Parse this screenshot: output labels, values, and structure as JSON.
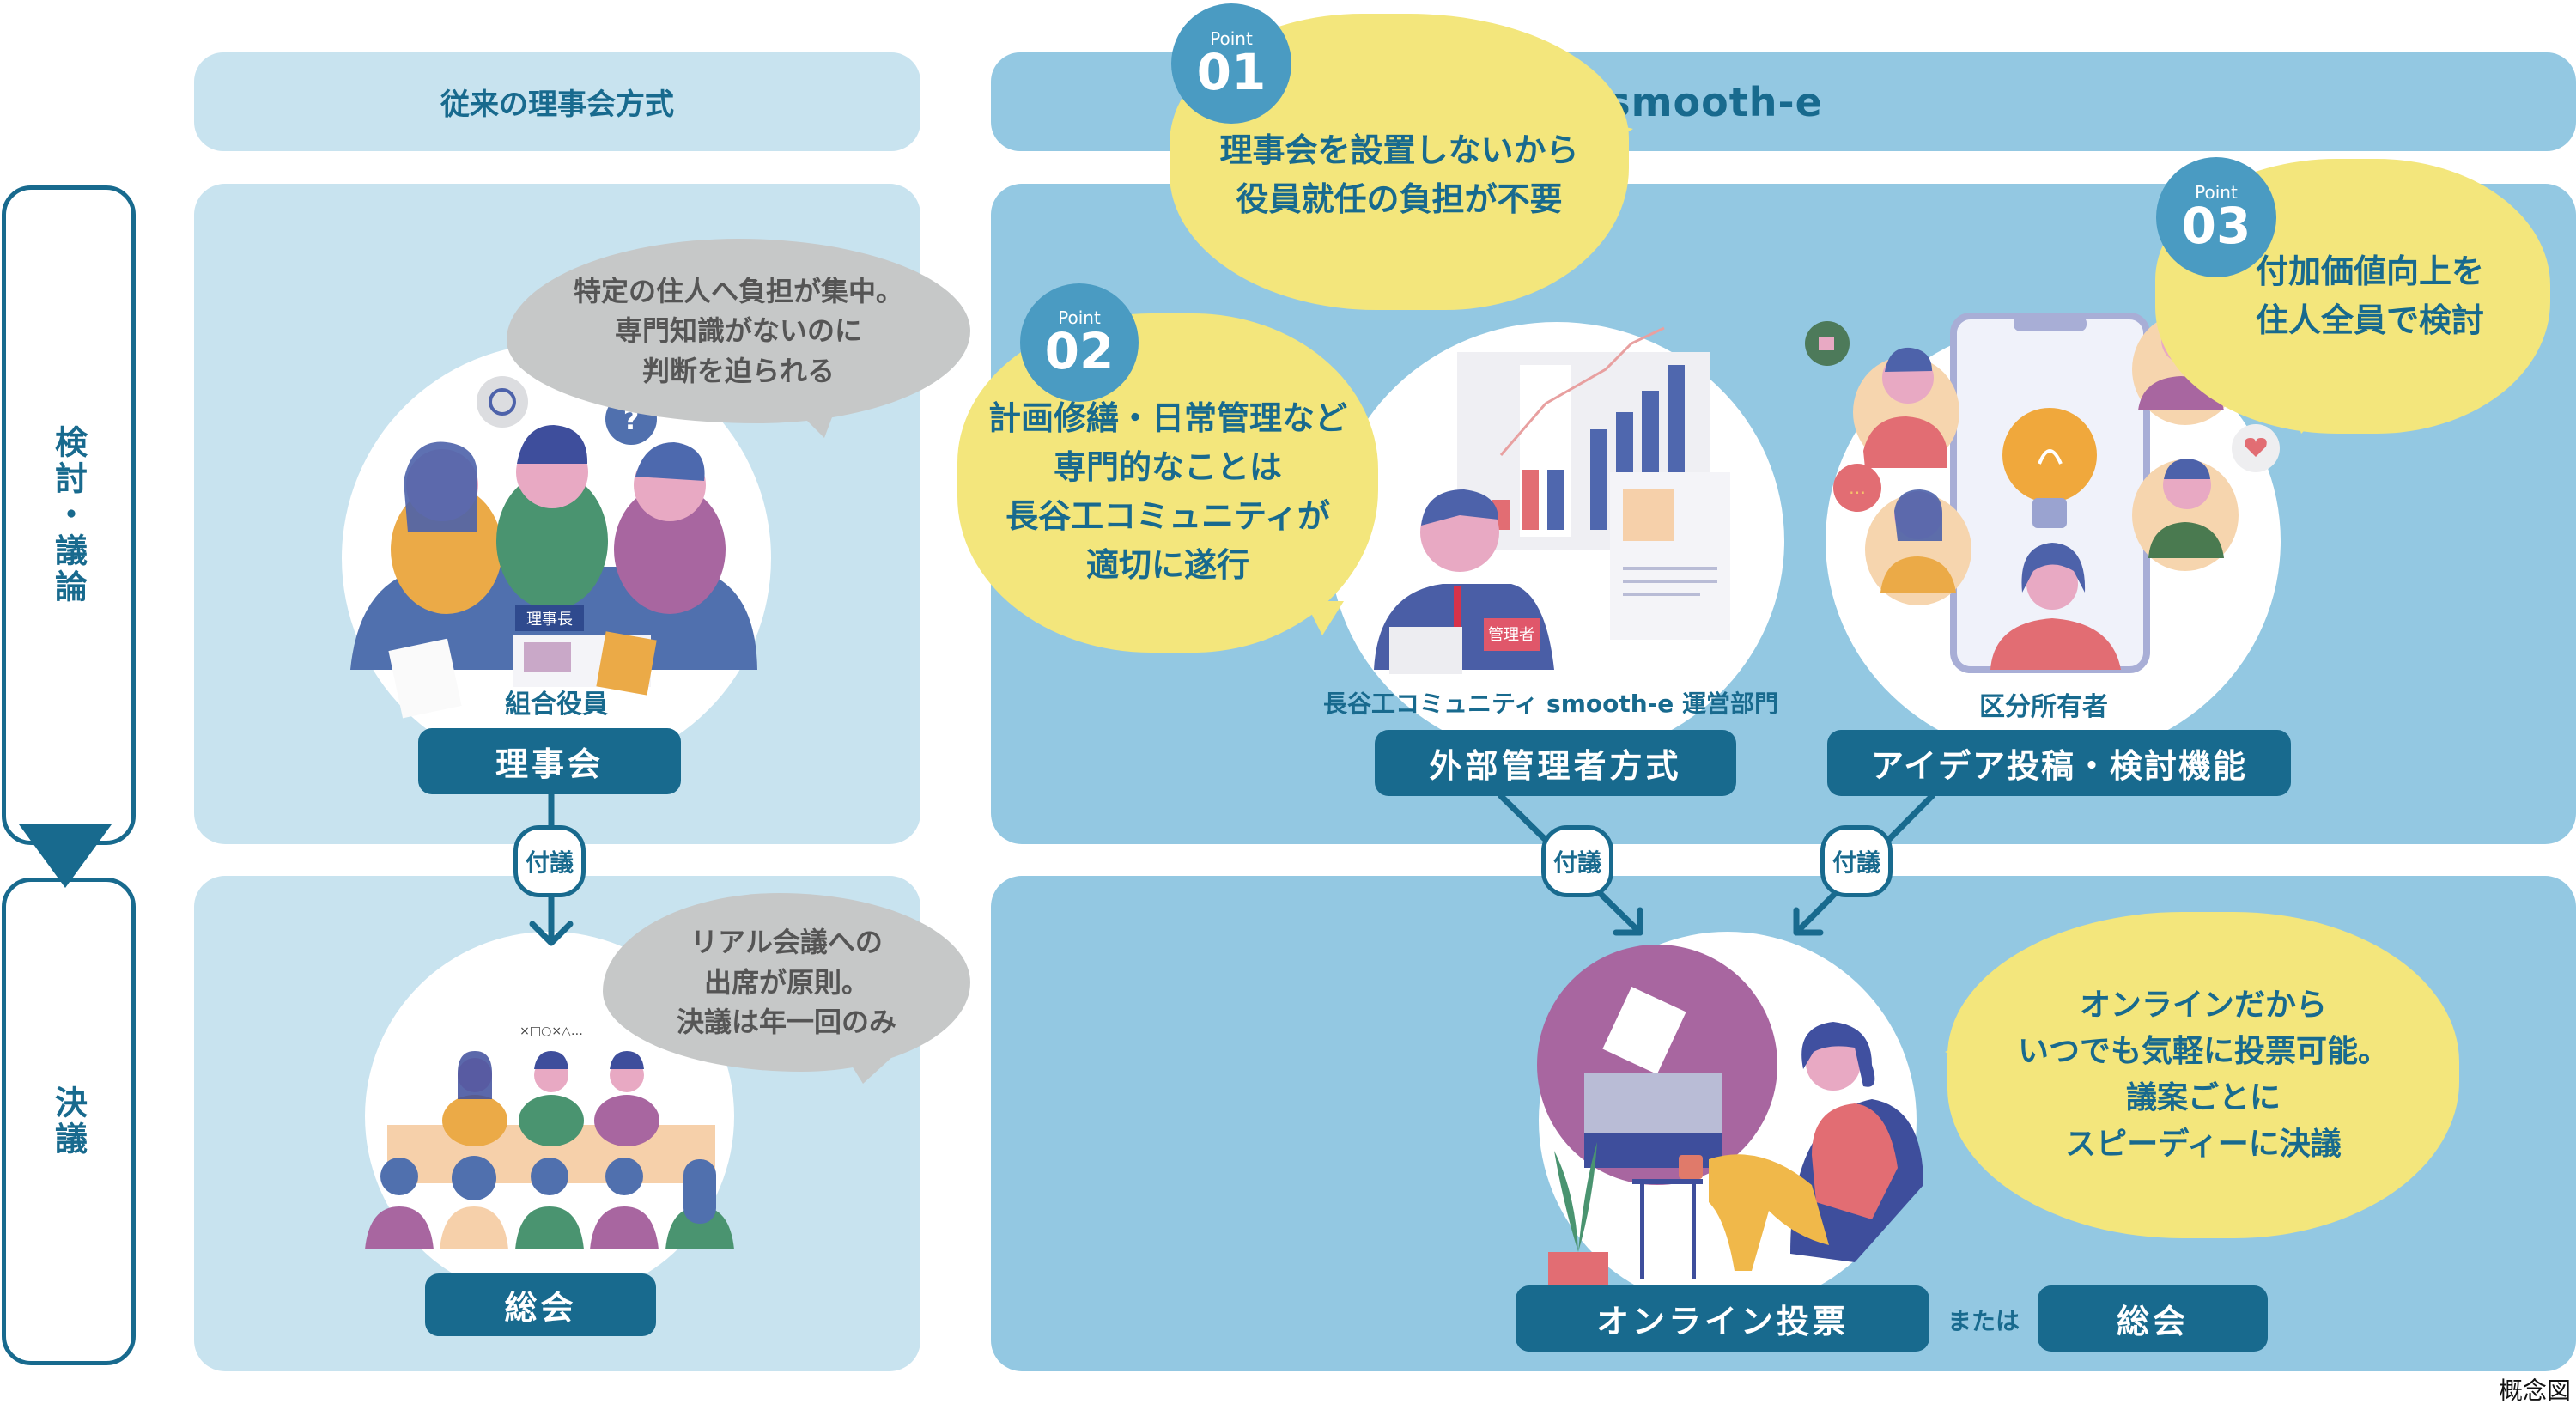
{
  "headers": {
    "left": "従来の理事会方式",
    "right": "smooth-e"
  },
  "side": {
    "top_label": "検討・議論",
    "bottom_label": "決議"
  },
  "traditional": {
    "discussion": {
      "bubble_lines": [
        "特定の住人へ負担が集中。",
        "専門知識がないのに",
        "判断を迫られる"
      ],
      "caption": "組合役員",
      "badge_text": "理事長",
      "pill": "理事会"
    },
    "connector": "付議",
    "decision": {
      "bubble_lines": [
        "リアル会議への",
        "出席が原則。",
        "決議は年一回のみ"
      ],
      "murmur": "×□○×△…",
      "pill": "総会"
    }
  },
  "smooth_e": {
    "points": [
      {
        "label": "Point",
        "number": "01",
        "lines": [
          "理事会を設置しないから",
          "役員就任の負担が不要"
        ]
      },
      {
        "label": "Point",
        "number": "02",
        "lines": [
          "計画修繕・日常管理など",
          "専門的なことは",
          "長谷工コミュニティが",
          "適切に遂行"
        ]
      },
      {
        "label": "Point",
        "number": "03",
        "lines": [
          "付加価値向上を",
          "住人全員で検討"
        ]
      }
    ],
    "manager": {
      "caption": "長谷工コミュニティ smooth-e 運営部門",
      "badge_text": "管理者",
      "pill": "外部管理者方式"
    },
    "owners": {
      "caption": "区分所有者",
      "pill": "アイデア投稿・検討機能"
    },
    "connectors": [
      "付議",
      "付議"
    ],
    "decision": {
      "bubble_lines": [
        "オンラインだから",
        "いつでも気軽に投票可能。",
        "議案ごとに",
        "スピーディーに決議"
      ],
      "pill_online": "オンライン投票",
      "or_text": "または",
      "pill_general": "総会"
    }
  },
  "footnote": "概念図",
  "colors": {
    "dark_blue": "#186A8E",
    "left_panel": "#C8E3EF",
    "right_panel": "#93C8E2",
    "yellow_cloud": "#F3E67C",
    "gray_bubble": "#C6C8C8",
    "point_circle": "#4A9BC2"
  }
}
